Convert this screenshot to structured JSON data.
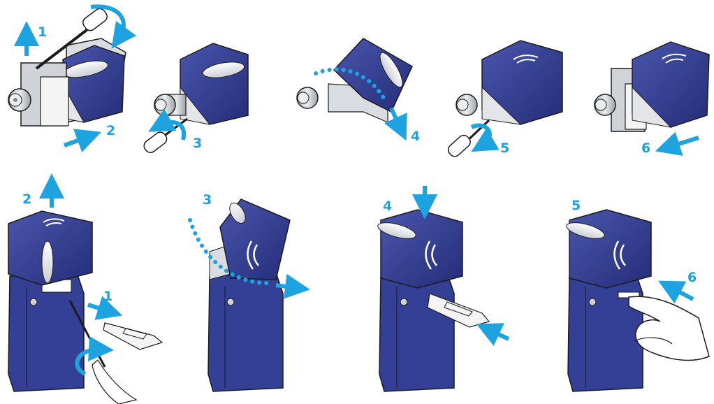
{
  "colors": {
    "accent": "#1da4e0",
    "body_dark": "#2a3480",
    "body_mid": "#343f96",
    "body_light": "#4a56ad",
    "steel": "#cfd3d8",
    "steel_dark": "#8d9299",
    "white_part": "#f2f2f2",
    "outline": "#1b1b1b"
  },
  "top_row": {
    "panels": [
      {
        "steps": [
          "1",
          "2"
        ]
      },
      {
        "steps": [
          "3"
        ]
      },
      {
        "steps": [
          "4"
        ]
      },
      {
        "steps": [
          "5"
        ]
      },
      {
        "steps": [
          "6"
        ]
      }
    ]
  },
  "bottom_row": {
    "panels": [
      {
        "steps": [
          "2",
          "1"
        ]
      },
      {
        "steps": [
          "3"
        ]
      },
      {
        "steps": [
          "4"
        ]
      },
      {
        "steps": [
          "5",
          "6"
        ]
      }
    ]
  },
  "icons": {
    "sensor_logo": "wave-arcs-icon",
    "tool": "screwdriver-icon",
    "hand": "finger-press-icon"
  }
}
